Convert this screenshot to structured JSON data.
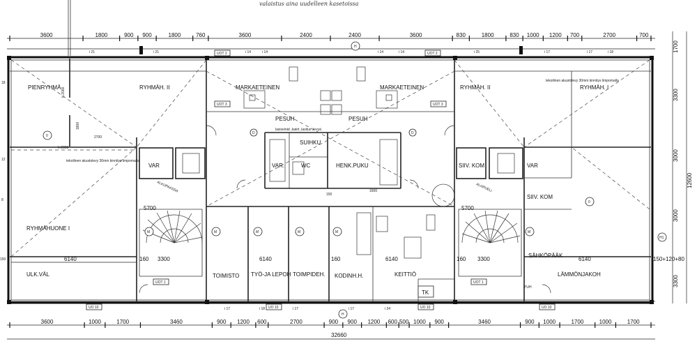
{
  "header": {
    "handwritten_note": "valaistus aina uudelleen kasetoissa"
  },
  "top_dimensions": [
    "3600",
    "1800",
    "900",
    "900",
    "1800",
    "760",
    "3600",
    "2400",
    "2400",
    "3600",
    "830",
    "1800",
    "830",
    "1000",
    "1200",
    "700",
    "2700",
    "700"
  ],
  "top_gridlines": [
    "i 21",
    "i 21",
    "i 14",
    "i 14",
    "i 14",
    "i 14",
    "i 25",
    "i 17",
    "i 17",
    "i 18"
  ],
  "bottom_dimensions": [
    "3600",
    "1000",
    "1700",
    "3460",
    "900",
    "1200",
    "600",
    "2700",
    "900",
    "900",
    "1200",
    "600",
    "500",
    "1000",
    "900",
    "3460",
    "900",
    "1000",
    "1700",
    "1000",
    "1700"
  ],
  "bottom_gridlines": [
    "i 17",
    "i 18",
    "i 17",
    "i 17",
    "i 24"
  ],
  "total_width": "32660",
  "right_dimensions": [
    "1700",
    "3300",
    "3000",
    "12600",
    "3000",
    "150+120+80",
    "3300"
  ],
  "left_dimensions": [
    "18",
    "12",
    "8",
    "150"
  ],
  "rooms": {
    "pienryhma": "PIENRYHMÄ",
    "ryhmah_left": "RYHMÄH. II",
    "markaeteinen_left": "MARKAETEINEN",
    "markaeteinen_right": "MARKAETEINEN",
    "pesuh_left": "PESUH",
    "pesuh_right": "PESUH",
    "ryhmah_right_ii": "RYHMÄH. II",
    "ryhmah_right_i": "RYHMÄH. I",
    "suihku": "SUIHKU",
    "var_mid": "VAR.",
    "wc": "WC",
    "henk_puku": "HENK.PUKU",
    "var_left": "VAR",
    "siiv_kom_top": "SIIV. KOM",
    "var_right": "VAR",
    "siiv_kom_right": "SIIV. KOM",
    "ryhmahuone": "RYHMÄHUONE I",
    "ulk_val": "ULK.VÄL",
    "toimisto": "TOIMISTO",
    "tyo_lepoh": "TYÖ-JA LEPOH",
    "toimpideh": "TOIMPIDEH.",
    "koduinhh": "KODINH.H.",
    "keittio": "KEITTIÖ",
    "tk": "TK",
    "sahkopaak": "SÄHKÖPÄÄK",
    "lammonjakoh": "LÄMMÖNJAKOH",
    "puh": "PUH"
  },
  "notes": {
    "lasiseinat": "lasiseinät ,katot ,lasitus ,levyä",
    "akustinen_left": "tekoilinen akustolevy 30mm kinnitys limpomalla",
    "akustinen_right": "tekoilinen akustolevy 30mm kinnitys limpomalla",
    "h2000_a": "h 2000",
    "h2000_b": "h 2000",
    "alkupaassa": "ALKUPAASSA",
    "alhpueli": "ALHPUELI"
  },
  "interior_dimensions": {
    "d6140_a": "6140",
    "d3300_a": "3300",
    "d6140_b": "6140",
    "d6140_c": "6140",
    "d3300_b": "3300",
    "d6140_d": "6140",
    "d160_a": "160",
    "d160_b": "160",
    "d160_c": "160",
    "d5700_a": "5700",
    "d5700_b": "5700",
    "d2700": "2700",
    "d1600": "1600",
    "d1800": "1800",
    "d150": "150"
  },
  "tags": {
    "uot1_a": "UOT 1",
    "uot1_b": "UOT 1",
    "uot2_a": "UOT 2",
    "uot2_b": "UOT 2",
    "uot3_a": "UOT 3",
    "uot3_b": "UOT 3",
    "uo10_a": "UO 10",
    "uo10_b": "UO 10",
    "uo10_c": "UO 10",
    "uo10_d": "UO 10",
    "m": "M",
    "d": "D",
    "o": "0",
    "h": "H",
    "h1": "H1"
  }
}
